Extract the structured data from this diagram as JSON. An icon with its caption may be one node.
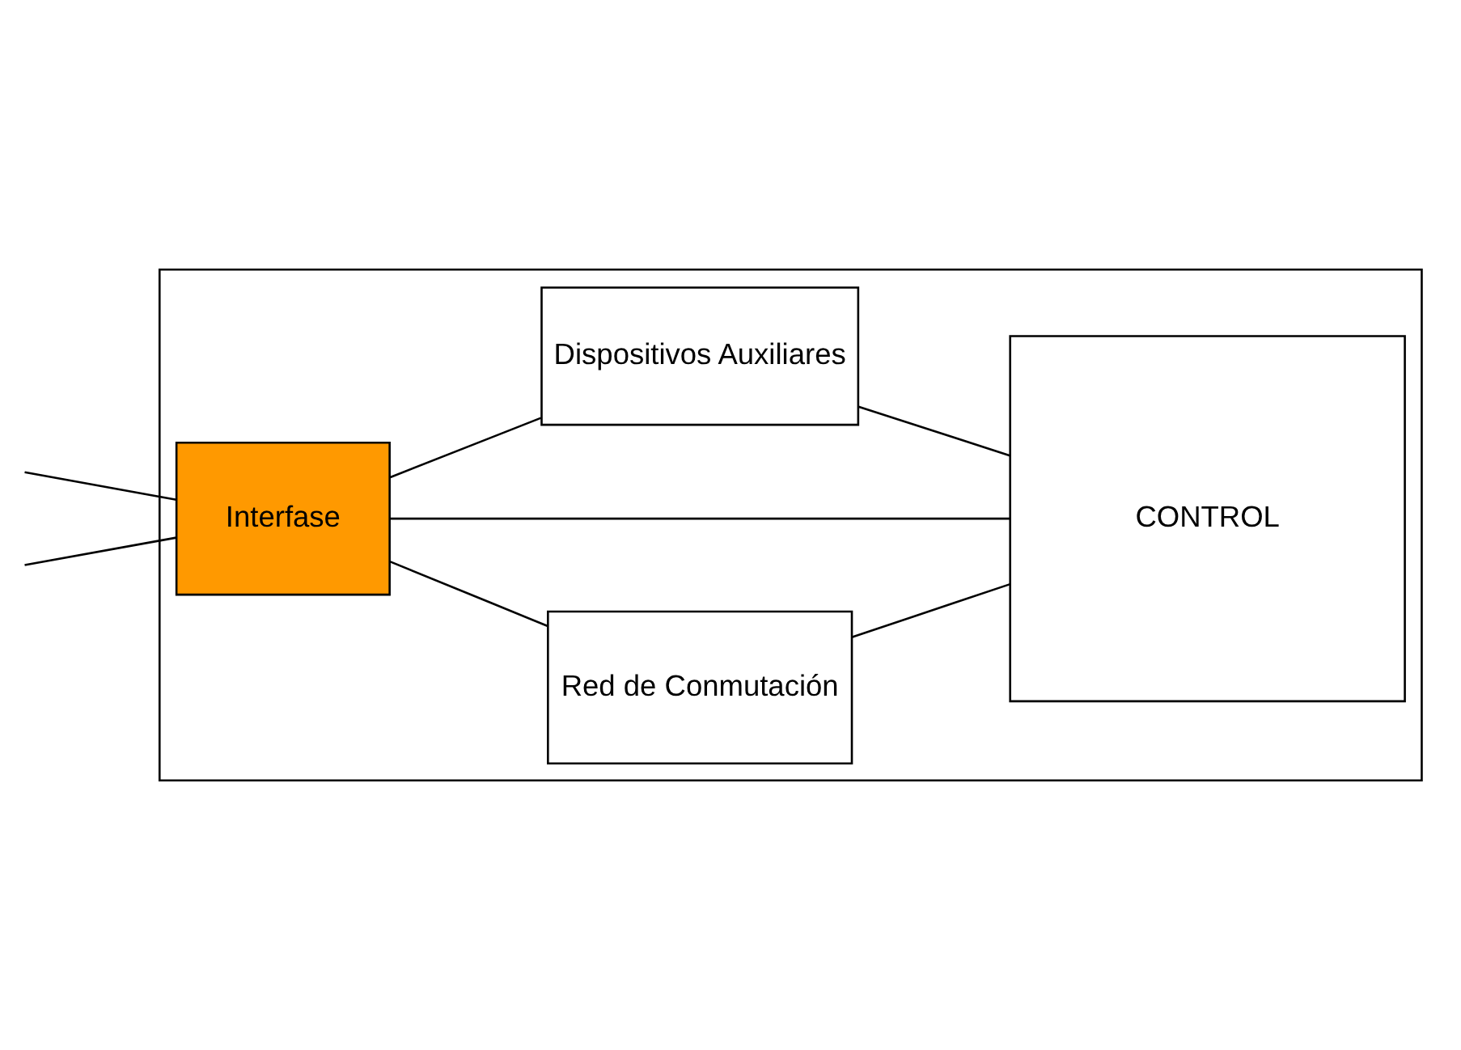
{
  "diagram": {
    "nodes": [
      {
        "text": [],
        "shape": "box"
      },
      {
        "text": [
          "Interfase"
        ],
        "in": 0
      },
      {
        "text": [
          "Red de Conmutación"
        ],
        "in": 0
      },
      {
        "text": [
          "CONTROL"
        ],
        "in": 0
      },
      {
        "text": [
          "Dispositivos Auxiliares"
        ],
        "in": 0
      }
    ],
    "edges": [
      {
        "from": null,
        "to": 1,
        "arrow": "none"
      },
      {
        "from": null,
        "to": 1,
        "arrow": "none"
      },
      {
        "from": 1,
        "to": 2,
        "arrow": "none"
      },
      {
        "from": 1,
        "to": 3,
        "arrow": "none"
      },
      {
        "from": 2,
        "to": 3,
        "arrow": "none"
      },
      {
        "from": 1,
        "to": 4,
        "arrow": "none"
      },
      {
        "from": 4,
        "to": 3,
        "arrow": "none"
      }
    ]
  }
}
